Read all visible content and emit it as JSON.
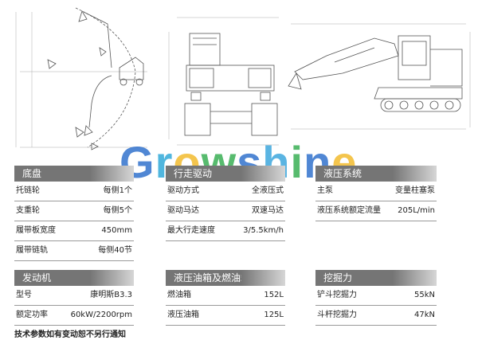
{
  "watermark": {
    "letters": [
      "G",
      "r",
      "o",
      "w",
      "s",
      "h",
      "i",
      "n",
      "e"
    ],
    "colors": [
      "#1f66c9",
      "#1fa2d6",
      "#f2b61c",
      "#29a846",
      "#1f66c9",
      "#2da0db",
      "#29a846",
      "#1f66c9",
      "#f2b61c"
    ]
  },
  "sections": {
    "chassis": {
      "title": "底盘",
      "rows": [
        {
          "label": "托链轮",
          "value": "每侧1个"
        },
        {
          "label": "支重轮",
          "value": "每侧5个"
        },
        {
          "label": "履带板宽度",
          "value": "450mm"
        },
        {
          "label": "履带链轨",
          "value": "每侧40节"
        }
      ]
    },
    "travel": {
      "title": "行走驱动",
      "rows": [
        {
          "label": "驱动方式",
          "value": "全液压式"
        },
        {
          "label": "驱动马达",
          "value": "双速马达"
        },
        {
          "label": "最大行走速度",
          "value": "3/5.5km/h"
        }
      ]
    },
    "hydraulic": {
      "title": "液压系统",
      "rows": [
        {
          "label": "主泵",
          "value": "变量柱塞泵"
        },
        {
          "label": "液压系统额定流量",
          "value": "205L/min"
        }
      ]
    },
    "engine": {
      "title": "发动机",
      "rows": [
        {
          "label": "型号",
          "value": "康明斯B3.3"
        },
        {
          "label": "额定功率",
          "value": "60kW/2200rpm"
        }
      ]
    },
    "tanks": {
      "title": "液压油箱及燃油箱容量",
      "rows": [
        {
          "label": "燃油箱",
          "value": "152L"
        },
        {
          "label": "液压油箱",
          "value": "125L"
        }
      ]
    },
    "digging": {
      "title": "挖掘力",
      "rows": [
        {
          "label": "铲斗挖掘力",
          "value": "55kN"
        },
        {
          "label": "斗杆挖掘力",
          "value": "47kN"
        }
      ]
    }
  },
  "footnote": "技术参数如有变动恕不另行通知"
}
